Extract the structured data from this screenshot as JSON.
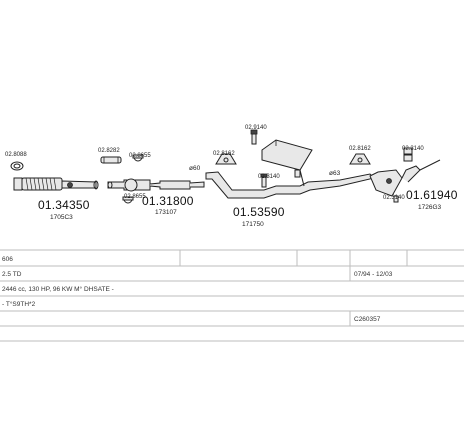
{
  "parts": [
    {
      "id": "p1",
      "number": "01.34350",
      "ref": "1705C3",
      "clamps": [
        "02.8088"
      ]
    },
    {
      "id": "p2",
      "number": "01.31800",
      "ref": "173107",
      "clamps": [
        "02.8282",
        "02.8655",
        "02.8655"
      ]
    },
    {
      "id": "p3",
      "number": "01.53590",
      "ref": "171750",
      "clamps": [
        "02.8162",
        "02.9140",
        "02.3140"
      ]
    },
    {
      "id": "p4",
      "number": "01.61940",
      "ref": "1726G3",
      "clamps": [
        "02.8162",
        "02.3140",
        "02.3140"
      ]
    }
  ],
  "diameters": [
    "ø60",
    "ø63"
  ],
  "table": {
    "model": "606",
    "engine": "2.5 TD",
    "years": "07/94 - 12/03",
    "spec": "2446 cc, 130 HP, 96 KW M° DHSATE -",
    "note": "- T°S9TH*2",
    "code": "C260357"
  }
}
